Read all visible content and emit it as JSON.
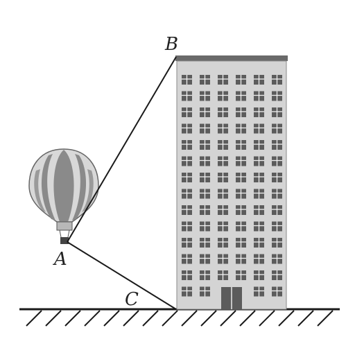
{
  "figure": {
    "points": {
      "a": "A",
      "b": "B",
      "c": "C"
    },
    "colors": {
      "ink": "#1a1a1a",
      "building_face": "#d4d4d4",
      "building_roof": "#6a6a6a",
      "window_fill": "#5c5c5c",
      "window_frame": "#f2f2f2",
      "balloon_light": "#d8d8d8",
      "balloon_dark": "#8a8a8a"
    },
    "icons": {
      "balloon": "hot-air-balloon-icon",
      "building": "tall-building-icon"
    }
  }
}
